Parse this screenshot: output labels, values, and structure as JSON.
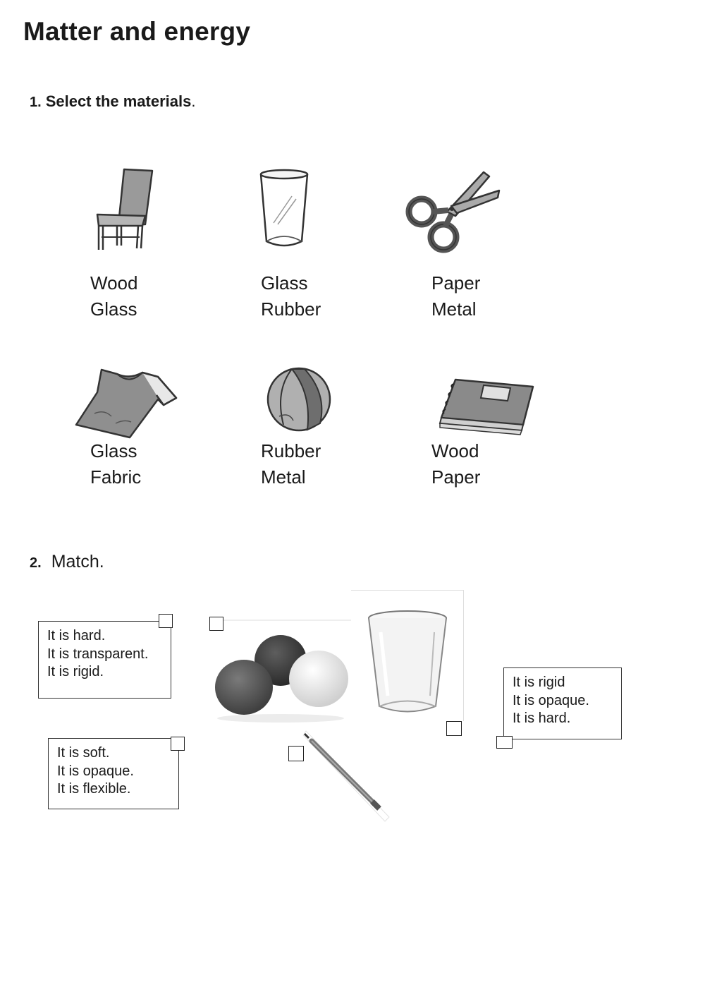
{
  "title": "Matter and energy",
  "q1": {
    "number": "1.",
    "text": "Select the materials",
    "period": "."
  },
  "q1_items": [
    {
      "icon": "chair-icon",
      "options": [
        "Wood",
        "Glass"
      ]
    },
    {
      "icon": "glass-icon",
      "options": [
        "Glass",
        "Rubber"
      ]
    },
    {
      "icon": "scissors-icon",
      "options": [
        "Paper",
        "Metal"
      ]
    },
    {
      "icon": "t-shirt-icon",
      "options": [
        "Glass",
        "Fabric"
      ]
    },
    {
      "icon": "ball-icon",
      "options": [
        "Rubber",
        "Metal"
      ]
    },
    {
      "icon": "notebook-icon",
      "options": [
        "Wood",
        "Paper"
      ]
    }
  ],
  "q2": {
    "number": "2.",
    "text": "Match."
  },
  "match_boxes": [
    {
      "lines": [
        "It is hard.",
        "It is transparent.",
        "It is rigid."
      ]
    },
    {
      "lines": [
        "It is soft.",
        "It is opaque.",
        "It is flexible."
      ]
    },
    {
      "lines": [
        "It is rigid",
        "It is opaque.",
        "It is hard."
      ]
    }
  ],
  "match_pictures": [
    "play-dough-photo",
    "drinking-glass-photo",
    "pencil-photo"
  ]
}
